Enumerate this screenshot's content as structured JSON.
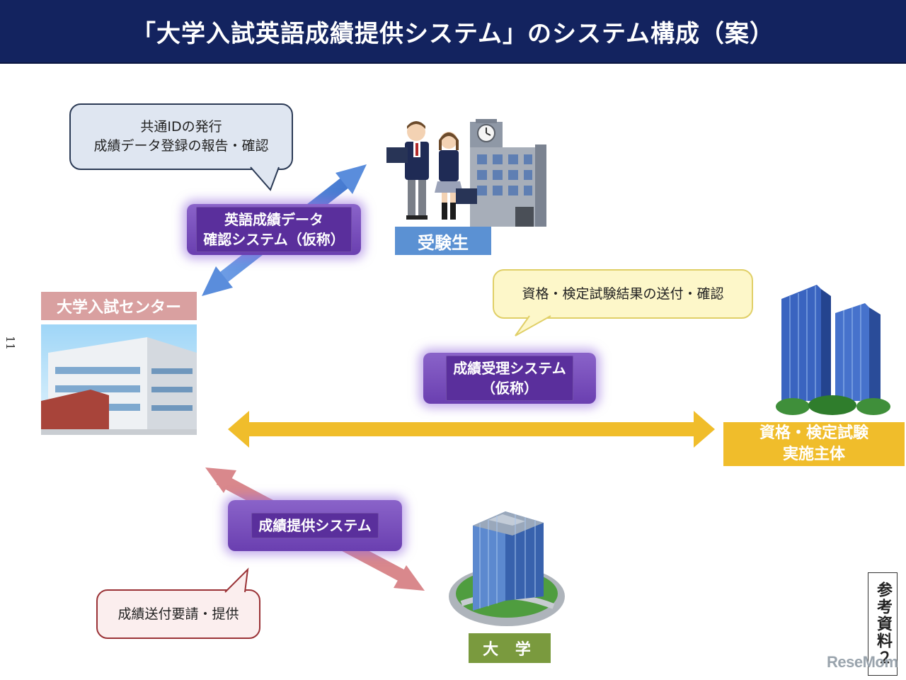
{
  "title": "「大学入試英語成績提供システム」のシステム構成（案）",
  "bubbles": {
    "student_lines": [
      "共通IDの発行",
      "成績データ登録の報告・確認"
    ],
    "exam_line": "資格・検定試験結果の送付・確認",
    "university_line": "成績送付要請・提供"
  },
  "systems": {
    "confirm_lines": [
      "英語成績データ",
      "確認システム（仮称）"
    ],
    "receive_lines": [
      "成績受理システム",
      "（仮称）"
    ],
    "provide_label": "成績提供システム"
  },
  "entities": {
    "center_label": "大学入試センター",
    "student_label": "受験生",
    "exam_lines": [
      "資格・検定試験",
      "実施主体"
    ],
    "university_label": "大 学"
  },
  "side_page_number": "11",
  "ref_tag": "参考資料２",
  "watermark": "ReseMom",
  "colors": {
    "header": "#13235f",
    "system_purple": "#6a3fb0",
    "arrow_blue": "#4f86d8",
    "arrow_yellow": "#f0bd2b",
    "arrow_pink": "#d9888c",
    "center_label": "#d9a0a0",
    "student_label": "#5b91d3",
    "exam_label": "#f0bd2b",
    "university_label": "#7a9a3e"
  },
  "icons": [
    "clock-icon",
    "school-building-icon",
    "office-tower-icon",
    "h-building-icon",
    "student-boy-icon",
    "student-girl-icon"
  ]
}
